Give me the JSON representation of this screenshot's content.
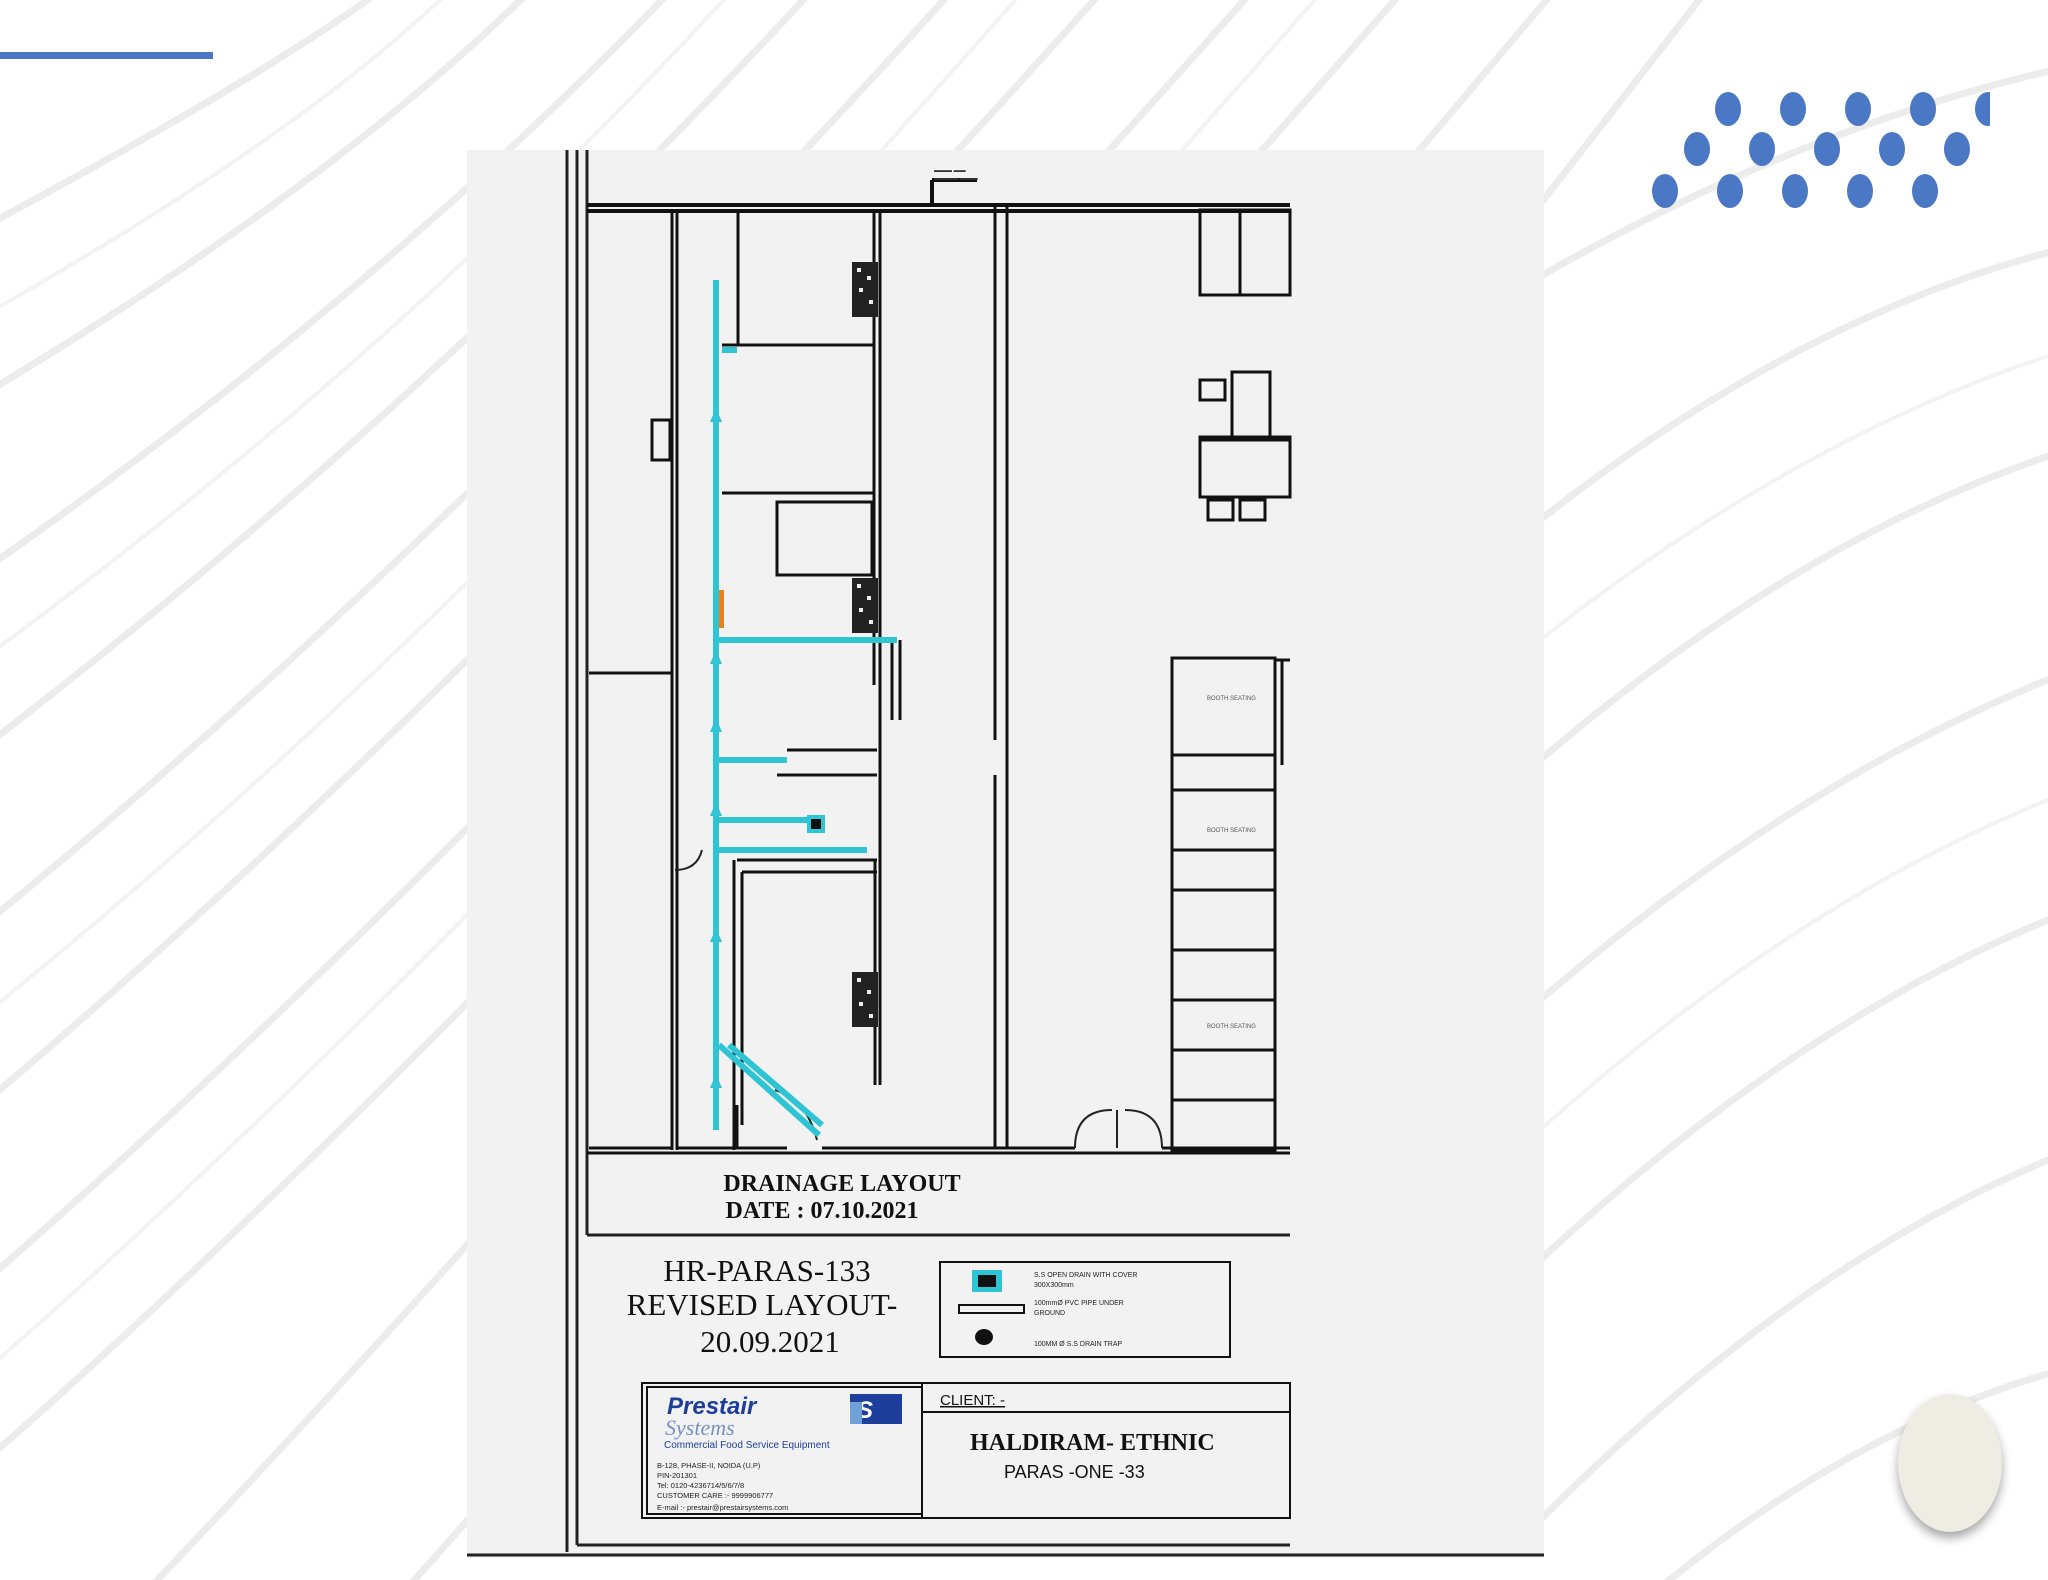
{
  "slide": {
    "accent_color": "#4a78c4",
    "background": "#ffffff"
  },
  "drawing": {
    "title": "DRAINAGE  LAYOUT",
    "date": "DATE : 07.10.2021",
    "revision_lines": [
      "HR-PARAS-133",
      "REVISED LAYOUT-",
      "20.09.2021"
    ],
    "legend": [
      {
        "label_lines": [
          "S.S OPEN DRAIN WITH COVER",
          "300X300mm"
        ],
        "icon": "drain-cover-icon"
      },
      {
        "label_lines": [
          "100mmØ PVC PIPE UNDER",
          "GROUND"
        ],
        "icon": "pvc-pipe-icon"
      },
      {
        "label_lines": [
          "100MM Ø S.S DRAIN TRAP"
        ],
        "icon": "drain-trap-icon"
      }
    ],
    "company": {
      "name": "Prestair",
      "name2": "Systems",
      "tagline": "Commercial Food Service Equipment",
      "address": [
        "B-128, PHASE-II, NOIDA (U.P)",
        "PIN-201301",
        "Tel: 0120-4236714/5/6/7/8",
        "CUSTOMER CARE :- 9999906777",
        "E-mail :- prestair@prestairsystems.com"
      ]
    },
    "client_label": "CLIENT: -",
    "client_name": "HALDIRAM- ETHNIC",
    "client_site": "PARAS -ONE -33",
    "room_labels": [
      "BOOTH SEATING",
      "BOOTH SEATING",
      "BOOTH SEATING"
    ],
    "pipe_color": "#2ec4d4"
  }
}
